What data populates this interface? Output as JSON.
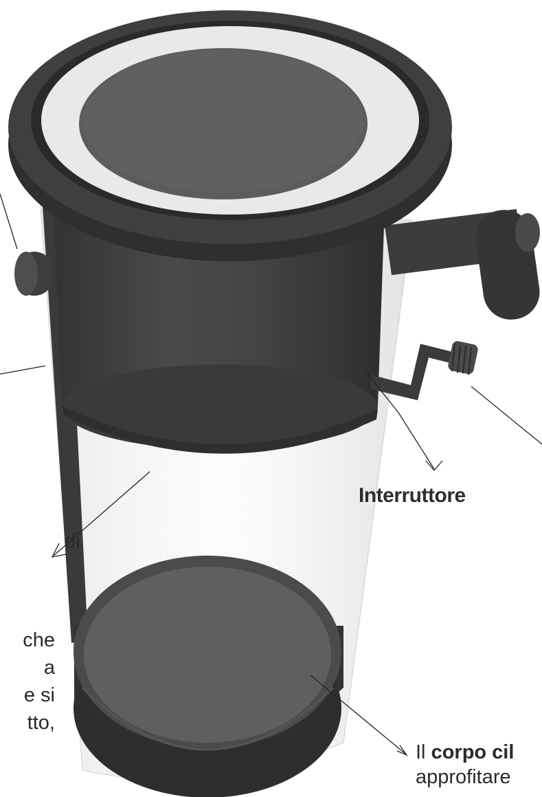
{
  "labels": {
    "switch": "Interruttore",
    "fragment_di": "di",
    "left_fragment": [
      "che",
      "a",
      "e si",
      "tto,"
    ],
    "body_line1_prefix": "Il ",
    "body_line1_bold": "corpo cil",
    "body_line2": "approfitare"
  },
  "colors": {
    "device_dark": "#3b3b3b",
    "device_mid": "#555555",
    "device_light": "#6a6a6a",
    "glass": "#e6e6e6",
    "leader_line": "#222222"
  }
}
